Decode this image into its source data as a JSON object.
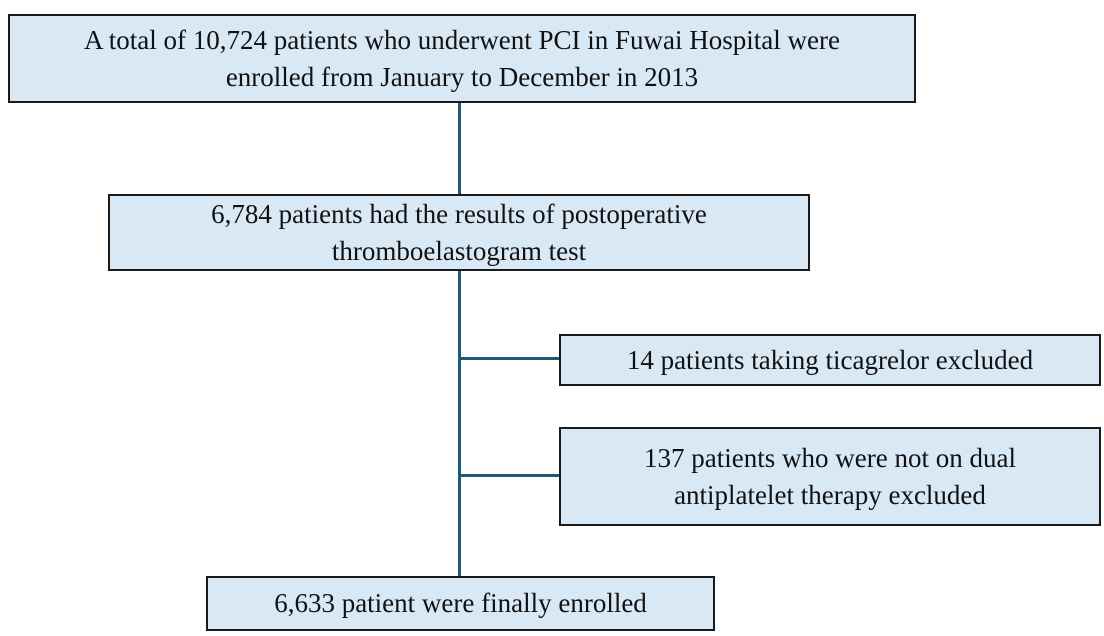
{
  "flowchart": {
    "enrolled_total": {
      "line1": "A total of 10,724 patients who underwent PCI in Fuwai Hospital were",
      "line2": "enrolled from January to December in 2013"
    },
    "teg_results": {
      "line1": "6,784 patients had the results of  postoperative",
      "line2": "thromboelastogram test"
    },
    "exclusion_ticagrelor": {
      "line1": "14 patients taking ticagrelor excluded"
    },
    "exclusion_no_dapt": {
      "line1": "137 patients who were not on dual",
      "line2": "antiplatelet therapy excluded"
    },
    "final": {
      "line1": "6,633 patient were finally enrolled"
    }
  }
}
